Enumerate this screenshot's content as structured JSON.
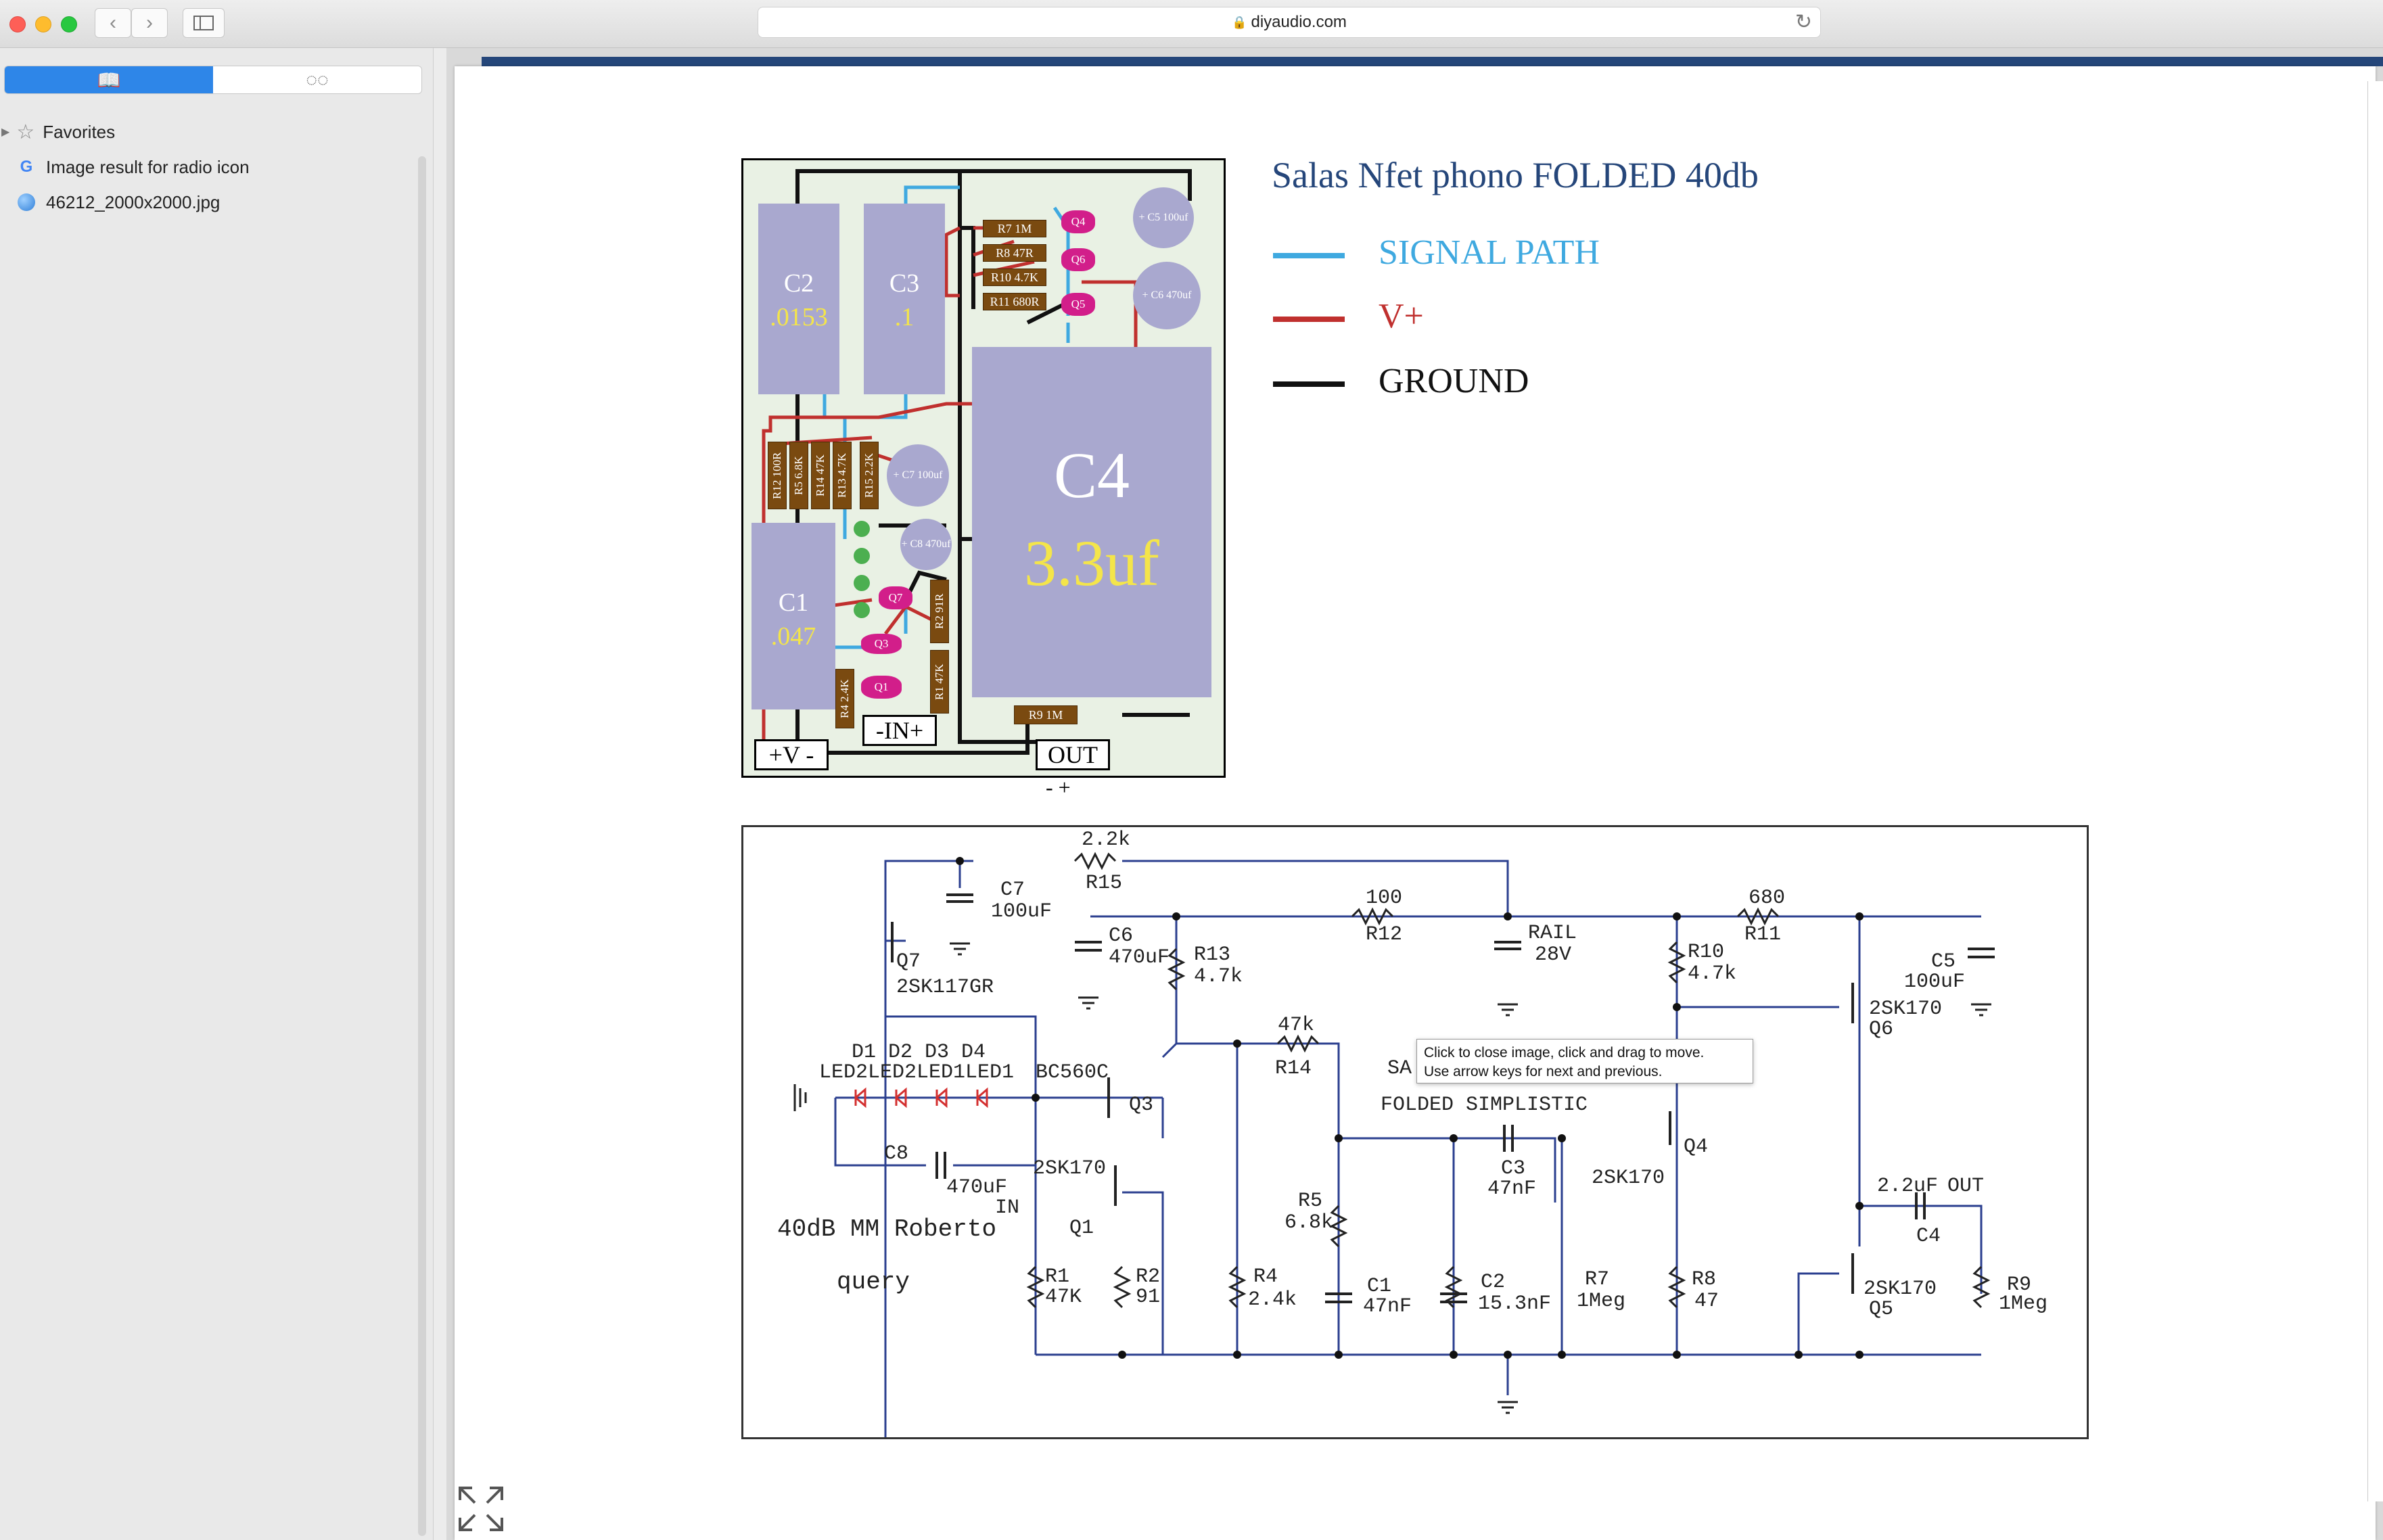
{
  "window": {
    "url": "diyaudio.com"
  },
  "sidebar": {
    "favorites_label": "Favorites",
    "items": [
      {
        "label": "Image result for radio icon",
        "icon": "google-icon"
      },
      {
        "label": "46212_2000x2000.jpg",
        "icon": "globe-icon"
      }
    ]
  },
  "pcb": {
    "caps": {
      "c2": {
        "name": "C2",
        "value": ".0153"
      },
      "c3": {
        "name": "C3",
        "value": ".1"
      },
      "c4": {
        "name": "C4",
        "value": "3.3uf"
      },
      "c1": {
        "name": "C1",
        "value": ".047"
      }
    },
    "small_caps": {
      "c5": "+ C5 100uf",
      "c6": "+ C6 470uf",
      "c7": "+ C7 100uf",
      "c8": "+ C8 470uf"
    },
    "resistors": {
      "r7": "R7 1M",
      "r8": "R8 47R",
      "r10": "R10 4.7K",
      "r11": "R11 680R",
      "r12": "R12 100R",
      "r5": "R5 6.8K",
      "r14": "R14 47K",
      "r13": "R13 4.7K",
      "r15": "R15 2.2K",
      "r2": "R2 91R",
      "r1": "R1 47K",
      "r4": "R4 2.4K",
      "r9": "R9 1M"
    },
    "fets": {
      "q4": "Q4",
      "q6": "Q6",
      "q5": "Q5",
      "q7": "Q7",
      "q3": "Q3",
      "q1": "Q1"
    },
    "terminals": {
      "power": "+V -",
      "input": "-IN+",
      "output": "OUT"
    },
    "out_polarity": "-   +"
  },
  "legend": {
    "title": "Salas Nfet phono FOLDED 40db",
    "entries": [
      {
        "label": "SIGNAL PATH",
        "color": "#3fa9e0"
      },
      {
        "label": "V+",
        "color": "#c0302e"
      },
      {
        "label": "GROUND",
        "color": "#111111"
      }
    ]
  },
  "schematic": {
    "labels": {
      "r15": "2.2k",
      "r15_name": "R15",
      "c7_name": "C7",
      "c7_value": "100uF",
      "q7_name": "Q7",
      "q7_part": "2SK117GR",
      "c6_name": "C6",
      "c6_value": "470uF",
      "r13_name": "R13",
      "r13_value": "4.7k",
      "r12_value": "100",
      "r12_name": "R12",
      "rail": "RAIL",
      "rail_v": "28V",
      "r10_name": "R10",
      "r10_value": "4.7k",
      "r11_value": "680",
      "r11_name": "R11",
      "c5_name": "C5",
      "c5_value": "100uF",
      "q6_part": "2SK170",
      "q6_name": "Q6",
      "diodes": "D1 D2 D3 D4",
      "leds": "LED2LED2LED1LED1",
      "bc560": "BC560C",
      "q3": "Q3",
      "r14_value": "47k",
      "r14_name": "R14",
      "sa": "SA",
      "folded": "FOLDED SIMPLISTIC",
      "c8_name": "C8",
      "c8_value": "470uF",
      "q1_part": "2SK170",
      "in": "IN",
      "q1": "Q1",
      "title1": "40dB MM Roberto",
      "title2": "query",
      "c3_name": "C3",
      "c3_value": "47nF",
      "q4_part": "2SK170",
      "q4": "Q4",
      "r5_name": "R5",
      "r5_value": "6.8k",
      "r1_name": "R1",
      "r1_value": "47K",
      "r2_name": "R2",
      "r2_value": "91",
      "r4_name": "R4",
      "r4_value": "2.4k",
      "c1_name": "C1",
      "c1_value": "47nF",
      "c2_name": "C2",
      "c2_value": "15.3nF",
      "r7_name": "R7",
      "r7_value": "1Meg",
      "r8_name": "R8",
      "r8_value": "47",
      "c4_value": "2.2uF",
      "out": "OUT",
      "c4_name": "C4",
      "q5_part": "2SK170",
      "q5": "Q5",
      "r9_name": "R9",
      "r9_value": "1Meg"
    }
  },
  "tooltip": {
    "line1": "Click to close image, click and drag to move.",
    "line2": "Use arrow keys for next and previous."
  }
}
